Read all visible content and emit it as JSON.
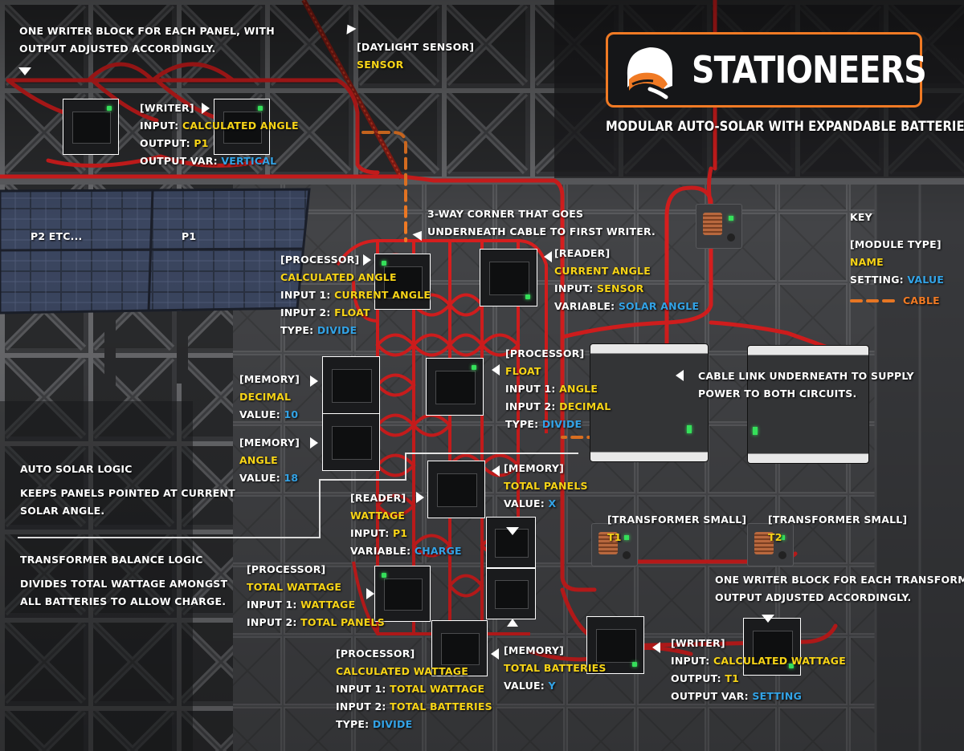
{
  "header": {
    "logo_text": "STATIONEERS",
    "subtitle": "MODULAR AUTO-SOLAR WITH EXPANDABLE BATTERIES"
  },
  "colors": {
    "label_white": "#ffffff",
    "name_yellow": "#f7d417",
    "value_blue": "#33a3e6",
    "cable_orange": "#f07a24",
    "cable_red": "#d81e1e"
  },
  "notes": {
    "writer_note_line1": "ONE WRITER BLOCK FOR EACH PANEL, WITH",
    "writer_note_line2": "OUTPUT ADJUSTED ACCORDINGLY.",
    "corner_note_line1": "3-WAY CORNER THAT GOES",
    "corner_note_line2": "UNDERNEATH CABLE TO FIRST WRITER.",
    "cable_link_line1": "CABLE LINK UNDERNEATH TO SUPPLY",
    "cable_link_line2": "POWER TO BOTH CIRCUITS.",
    "transformer_writer_line1": "ONE WRITER BLOCK FOR EACH TRANSFORMER WITH",
    "transformer_writer_line2": "OUTPUT ADJUSTED ACCORDINGLY.",
    "panel_p2": "P2 ETC...",
    "panel_p1": "P1"
  },
  "sections": {
    "auto_solar_title": "AUTO SOLAR LOGIC",
    "auto_solar_desc_line1": "KEEPS PANELS POINTED AT CURRENT",
    "auto_solar_desc_line2": "SOLAR ANGLE.",
    "transformer_title": "TRANSFORMER BALANCE LOGIC",
    "transformer_desc_line1": "DIVIDES TOTAL WATTAGE AMONGST",
    "transformer_desc_line2": "ALL BATTERIES TO ALLOW CHARGE."
  },
  "key": {
    "title": "KEY",
    "module_type": "[MODULE TYPE]",
    "name": "NAME",
    "setting_label": "SETTING: ",
    "setting_value": "VALUE",
    "cable": "CABLE"
  },
  "daylight_sensor": {
    "type": "[DAYLIGHT SENSOR]",
    "name": "SENSOR"
  },
  "writer_panel": {
    "type": "[WRITER]",
    "input_label": "INPUT: ",
    "input_value": "CALCULATED ANGLE",
    "output_label": "OUTPUT: ",
    "output_value": "P1",
    "outvar_label": "OUTPUT VAR: ",
    "outvar_value": "VERTICAL"
  },
  "proc_calc_angle": {
    "type": "[PROCESSOR]",
    "name": "CALCULATED ANGLE",
    "in1_label": "INPUT 1: ",
    "in1_value": "CURRENT ANGLE",
    "in2_label": "INPUT 2: ",
    "in2_value": "FLOAT",
    "type_label": "TYPE: ",
    "type_value": "DIVIDE"
  },
  "reader_current_angle": {
    "type": "[READER]",
    "name": "CURRENT ANGLE",
    "input_label": "INPUT: ",
    "input_value": "SENSOR",
    "var_label": "VARIABLE: ",
    "var_value": "SOLAR ANGLE"
  },
  "mem_decimal": {
    "type": "[MEMORY]",
    "name": "DECIMAL",
    "value_label": "VALUE: ",
    "value": "10"
  },
  "mem_angle": {
    "type": "[MEMORY]",
    "name": "ANGLE",
    "value_label": "VALUE: ",
    "value": "18"
  },
  "proc_float": {
    "type": "[PROCESSOR]",
    "name": "FLOAT",
    "in1_label": "INPUT 1: ",
    "in1_value": "ANGLE",
    "in2_label": "INPUT 2: ",
    "in2_value": "DECIMAL",
    "type_label": "TYPE: ",
    "type_value": "DIVIDE"
  },
  "mem_total_panels": {
    "type": "[MEMORY]",
    "name": "TOTAL PANELS",
    "value_label": "VALUE: ",
    "value": "X"
  },
  "reader_wattage": {
    "type": "[READER]",
    "name": "WATTAGE",
    "input_label": "INPUT: ",
    "input_value": "P1",
    "var_label": "VARIABLE: ",
    "var_value": "CHARGE"
  },
  "proc_total_wattage": {
    "type": "[PROCESSOR]",
    "name": "TOTAL WATTAGE",
    "in1_label": "INPUT 1: ",
    "in1_value": "WATTAGE",
    "in2_label": "INPUT 2: ",
    "in2_value": "TOTAL PANELS"
  },
  "proc_calc_wattage": {
    "type": "[PROCESSOR]",
    "name": "CALCULATED WATTAGE",
    "in1_label": "INPUT 1: ",
    "in1_value": "TOTAL WATTAGE",
    "in2_label": "INPUT 2: ",
    "in2_value": "TOTAL BATTERIES",
    "type_label": "TYPE: ",
    "type_value": "DIVIDE"
  },
  "mem_total_batteries": {
    "type": "[MEMORY]",
    "name": "TOTAL BATTERIES",
    "value_label": "VALUE: ",
    "value": "Y"
  },
  "transformer_1": {
    "type": "[TRANSFORMER SMALL]",
    "name": "T1"
  },
  "transformer_2": {
    "type": "[TRANSFORMER SMALL]",
    "name": "T2"
  },
  "writer_transformer": {
    "type": "[WRITER]",
    "input_label": "INPUT: ",
    "input_value": "CALCULATED WATTAGE",
    "output_label": "OUTPUT: ",
    "output_value": "T1",
    "outvar_label": "OUTPUT VAR: ",
    "outvar_value": "SETTING"
  }
}
